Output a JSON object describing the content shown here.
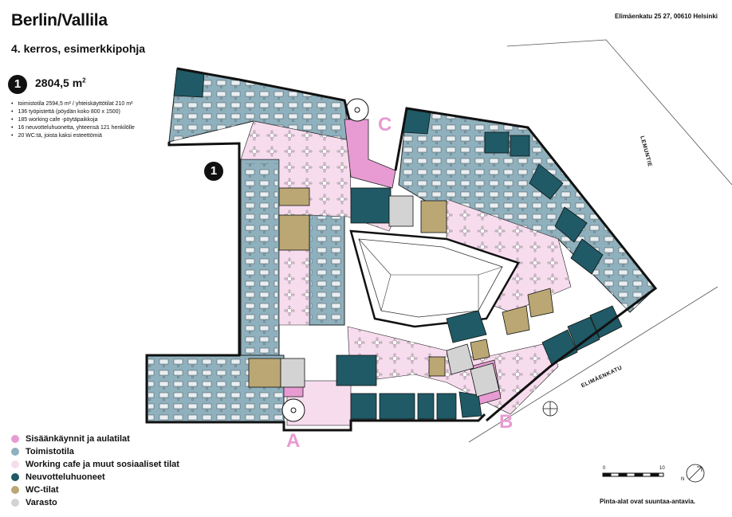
{
  "title": "Berlin/Vallila",
  "subtitle": "4. kerros, esimerkkipohja",
  "address": "Elimäenkatu 25  27, 00610 Helsinki",
  "badge": "1",
  "area": "2804,5 m",
  "area_unit_sup": "2",
  "stats": [
    "toimistotila 2594,5 m² / yhteiskäyttötilat 210 m²",
    "136 työpistettä (pöydän koko 800 x 1500)",
    "185 working cafe -pöytäpaikkoja",
    "16 neuvotteluhuonetta, yhteensä 121 henkilölle",
    "20 WC:tä, joista kaksi esteettömiä"
  ],
  "plan_badge": "1",
  "entrances": {
    "a": "A",
    "b": "B",
    "c": "C"
  },
  "streets": {
    "lemuntie": "LEMUNTIE",
    "elimaenkatu": "ELIMÄENKATU"
  },
  "legend": [
    {
      "label": "Sisäänkäynnit ja aulatilat",
      "color": "#e79bd2"
    },
    {
      "label": "Toimistotila",
      "color": "#8fb0bd"
    },
    {
      "label": "Working cafe ja muut sosiaaliset tilat",
      "color": "#f7dcee"
    },
    {
      "label": "Neuvotteluhuoneet",
      "color": "#1f5a66"
    },
    {
      "label": "WC-tilat",
      "color": "#bba774"
    },
    {
      "label": "Varasto",
      "color": "#d3d3d3"
    }
  ],
  "scale": {
    "zero": "0",
    "ten": "10"
  },
  "north": "N",
  "footnote": "Pinta-alat ovat suuntaa-antavia."
}
